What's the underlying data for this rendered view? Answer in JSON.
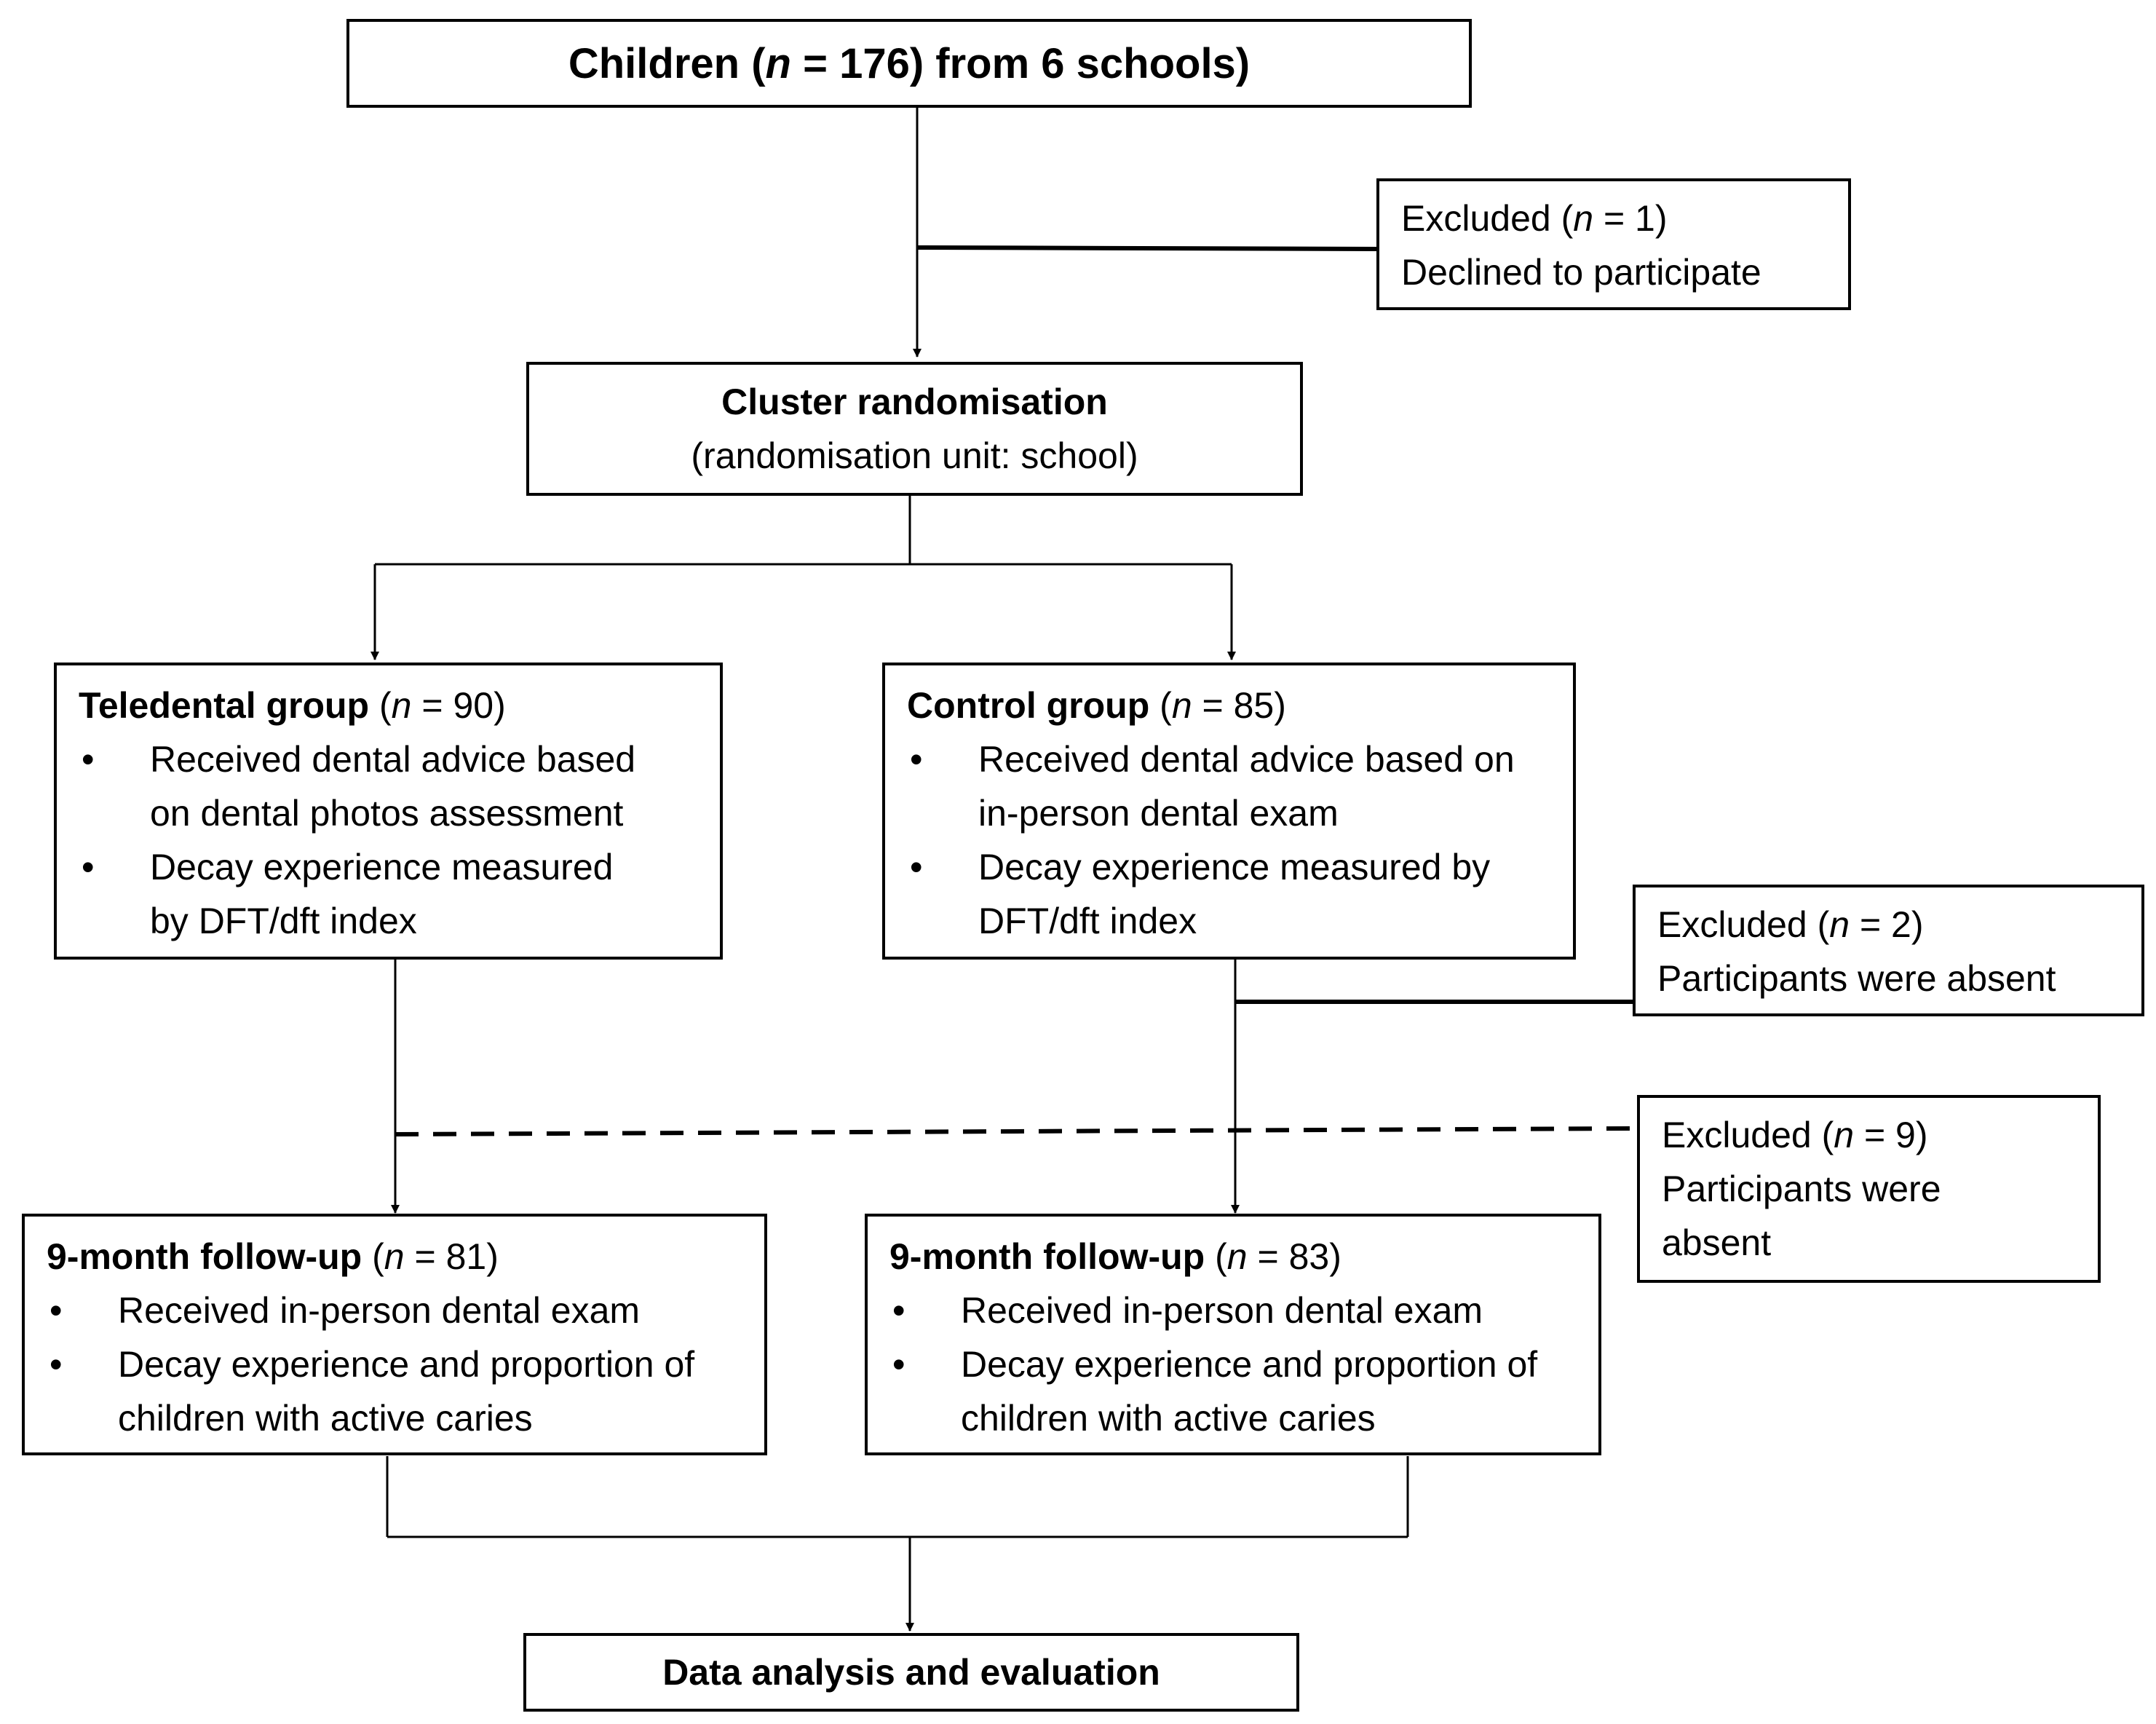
{
  "start": {
    "prefix": "Children (",
    "n": "n",
    "eq": " = 176) from 6 schools)"
  },
  "excluded_1": {
    "prefix": "Excluded (",
    "n": "n",
    "eq": " = 1)",
    "reason": "Declined to participate"
  },
  "randomisation": {
    "title": "Cluster randomisation",
    "subtitle": "(randomisation unit: school)"
  },
  "teledental": {
    "title": "Teledental group",
    "count_prefix": " (",
    "n": "n",
    "count_eq": " = 90)",
    "bullets": [
      "Received dental advice based on dental photos assessment",
      "Decay experience measured by DFT/dft index"
    ]
  },
  "control": {
    "title": "Control group",
    "count_prefix": " (",
    "n": "n",
    "count_eq": " = 85)",
    "bullets": [
      "Received dental advice based on in-person dental exam",
      "Decay experience measured by DFT/dft index"
    ]
  },
  "excluded_2": {
    "prefix": "Excluded (",
    "n": "n",
    "eq": " = 2)",
    "reason": "Participants were absent"
  },
  "excluded_3": {
    "prefix": "Excluded (",
    "n": "n",
    "eq": " = 9)",
    "reason": "Participants were absent"
  },
  "followup_left": {
    "title": "9-month follow-up",
    "count_prefix": " (",
    "n": "n",
    "count_eq": " = 81)",
    "bullets": [
      "Received in-person dental exam",
      "Decay experience and proportion of children with active caries"
    ]
  },
  "followup_right": {
    "title": "9-month follow-up",
    "count_prefix": " (",
    "n": "n",
    "count_eq": " = 83)",
    "bullets": [
      "Received in-person dental exam",
      "Decay experience and proportion of children with active caries"
    ]
  },
  "analysis": {
    "title": "Data analysis and evaluation"
  }
}
